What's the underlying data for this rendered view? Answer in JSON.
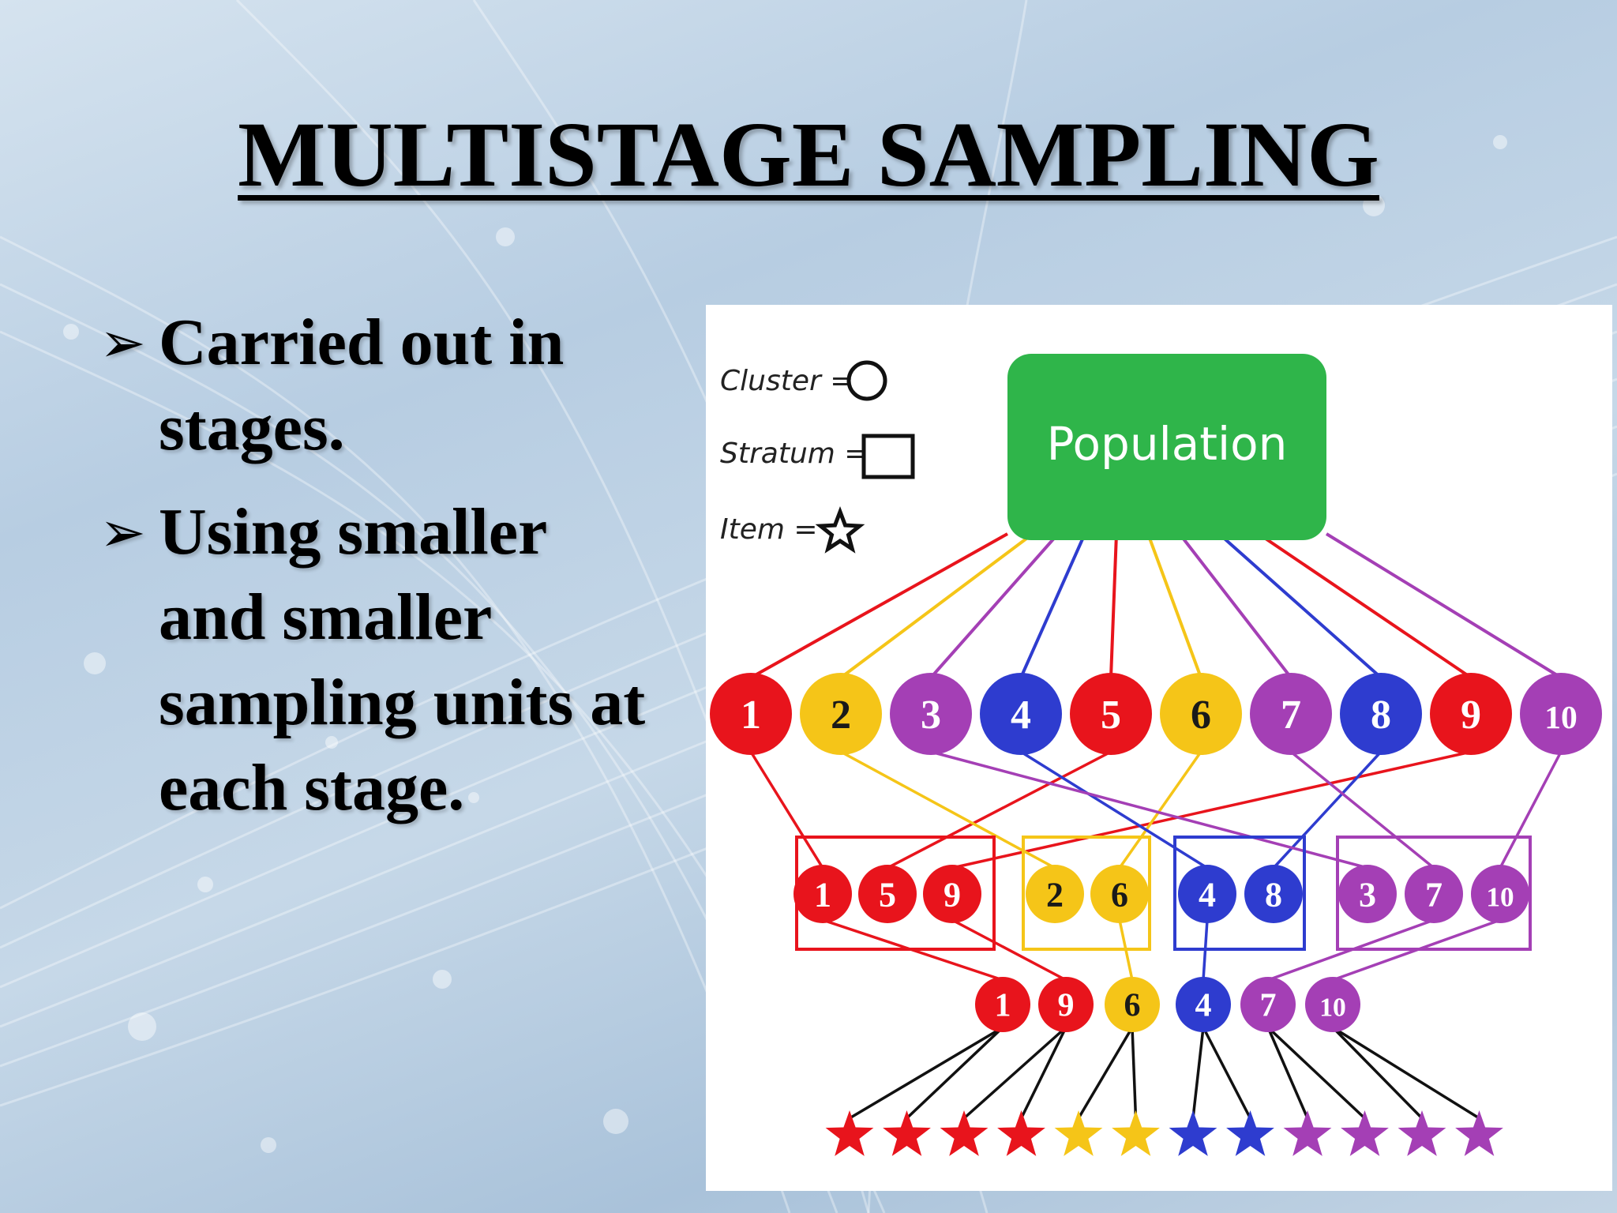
{
  "slide": {
    "title": "MULTISTAGE SAMPLING",
    "bullets": [
      "Carried out in stages.",
      "Using smaller and smaller sampling units at each stage."
    ]
  },
  "diagram": {
    "legend": [
      {
        "label": "Cluster =",
        "symbol": "circle"
      },
      {
        "label": "Stratum =",
        "symbol": "square"
      },
      {
        "label": "Item =",
        "symbol": "star"
      }
    ],
    "population_label": "Population",
    "colors": {
      "red": "#e8141c",
      "yellow": "#f5c518",
      "purple": "#a43fb5",
      "blue": "#2e3ccf",
      "green": "#2fb54a"
    },
    "clusters": [
      {
        "label": "1",
        "color": "red"
      },
      {
        "label": "2",
        "color": "yellow"
      },
      {
        "label": "3",
        "color": "purple"
      },
      {
        "label": "4",
        "color": "blue"
      },
      {
        "label": "5",
        "color": "red"
      },
      {
        "label": "6",
        "color": "yellow"
      },
      {
        "label": "7",
        "color": "purple"
      },
      {
        "label": "8",
        "color": "blue"
      },
      {
        "label": "9",
        "color": "red"
      },
      {
        "label": "10",
        "color": "purple"
      }
    ],
    "strata": [
      {
        "color": "red",
        "members": [
          "1",
          "5",
          "9"
        ]
      },
      {
        "color": "yellow",
        "members": [
          "2",
          "6"
        ]
      },
      {
        "color": "blue",
        "members": [
          "4",
          "8"
        ]
      },
      {
        "color": "purple",
        "members": [
          "3",
          "7",
          "10"
        ]
      }
    ],
    "selected_clusters": [
      {
        "label": "1",
        "color": "red"
      },
      {
        "label": "9",
        "color": "red"
      },
      {
        "label": "6",
        "color": "yellow"
      },
      {
        "label": "4",
        "color": "blue"
      },
      {
        "label": "7",
        "color": "purple"
      },
      {
        "label": "10",
        "color": "purple"
      }
    ],
    "items": [
      "red",
      "red",
      "red",
      "red",
      "yellow",
      "yellow",
      "blue",
      "blue",
      "purple",
      "purple",
      "purple",
      "purple"
    ]
  }
}
